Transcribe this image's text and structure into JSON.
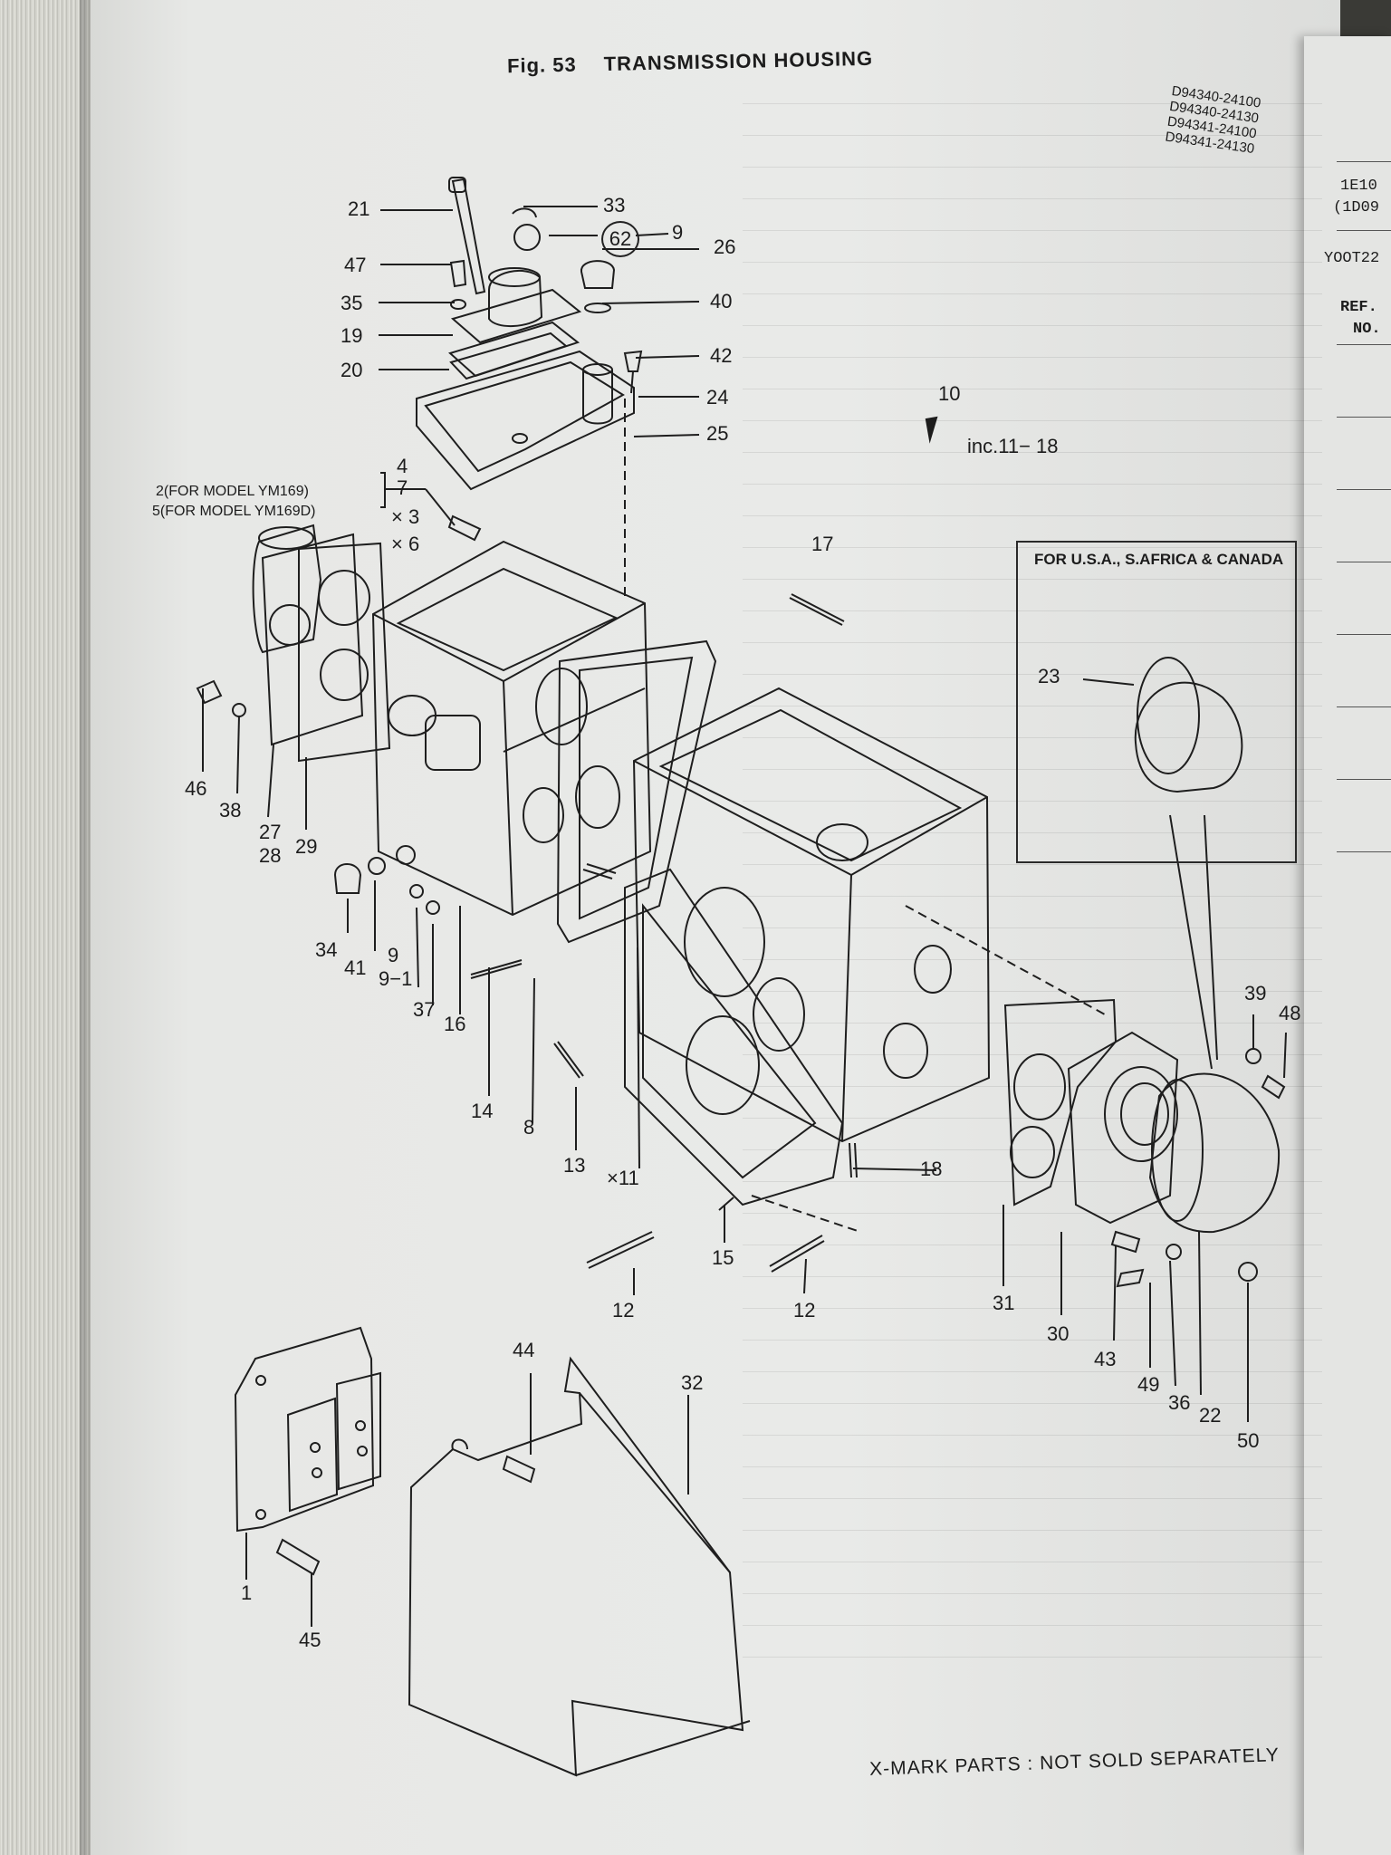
{
  "header": {
    "fig": "Fig. 53",
    "title": "TRANSMISSION HOUSING",
    "part_codes": [
      "D94340-24100",
      "D94340-24130",
      "D94341-24100",
      "D94341-24130"
    ]
  },
  "right_page": {
    "codes": [
      "1E10",
      "(1D09",
      "YOOT22"
    ],
    "ref_label": "REF.",
    "no_label": "NO."
  },
  "callouts": {
    "c1": "1",
    "c8": "8",
    "c9": "9",
    "c9b": "9",
    "c9_1": "9−1",
    "c10": "10",
    "inc": "inc.11− 18",
    "c11": "×11",
    "c12a": "12",
    "c12b": "12",
    "c13": "13",
    "c14": "14",
    "c15": "15",
    "c16": "16",
    "c17": "17",
    "c18": "18",
    "c19": "19",
    "c20": "20",
    "c21": "21",
    "c22": "22",
    "c23": "23",
    "c24": "24",
    "c25": "25",
    "c26": "26",
    "c27": "27",
    "c28": "28",
    "c29": "29",
    "c30": "30",
    "c31": "31",
    "c32": "32",
    "c33": "33",
    "c34": "34",
    "c35": "35",
    "c36": "36",
    "c37": "37",
    "c38": "38",
    "c39": "39",
    "c40": "40",
    "c41": "41",
    "c42": "42",
    "c43": "43",
    "c44": "44",
    "c45": "45",
    "c46": "46",
    "c47": "47",
    "c48": "48",
    "c49": "49",
    "c50": "50",
    "c62": "62",
    "c4": "4",
    "c7": "7",
    "c3": "× 3",
    "c6": "× 6"
  },
  "model_notes": {
    "line1": "2(FOR MODEL YM169)",
    "line2": "5(FOR MODEL YM169D)"
  },
  "box_note": "FOR U.S.A., S.AFRICA & CANADA",
  "footer": "X-MARK PARTS : NOT SOLD SEPARATELY"
}
